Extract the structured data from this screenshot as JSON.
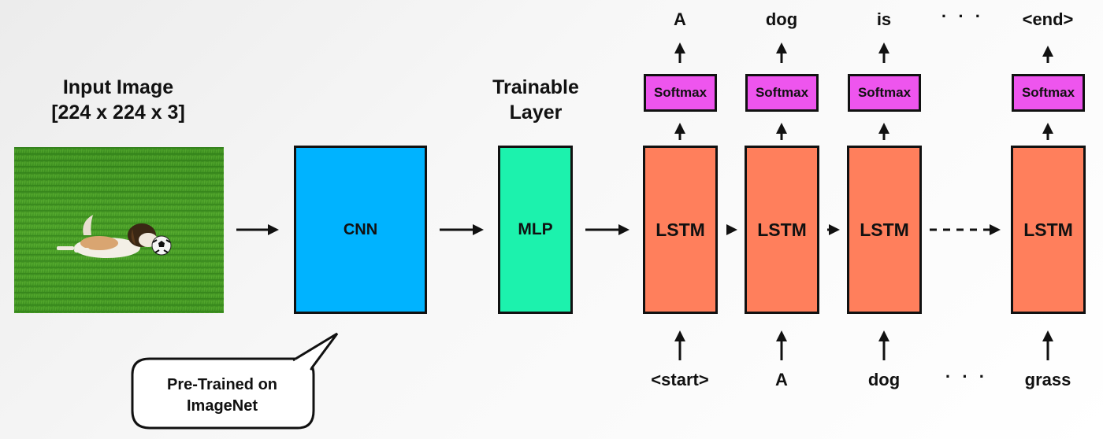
{
  "input": {
    "title_line1": "Input Image",
    "title_line2": "[224 x 224 x 3]"
  },
  "trainable": {
    "title_line1": "Trainable",
    "title_line2": "Layer"
  },
  "blocks": {
    "cnn": "CNN",
    "mlp": "MLP",
    "lstm": "LSTM",
    "softmax": "Softmax"
  },
  "outputs": [
    "A",
    "dog",
    "is",
    "<end>"
  ],
  "inputs": [
    "<start>",
    "A",
    "dog",
    "grass"
  ],
  "ellipsis": "· · ·",
  "callout": {
    "line1": "Pre-Trained on",
    "line2": "ImageNet"
  },
  "colors": {
    "cnn": "#00b3ff",
    "mlp": "#1cf2ad",
    "lstm": "#ff7f5c",
    "softmax": "#ee55ee"
  }
}
